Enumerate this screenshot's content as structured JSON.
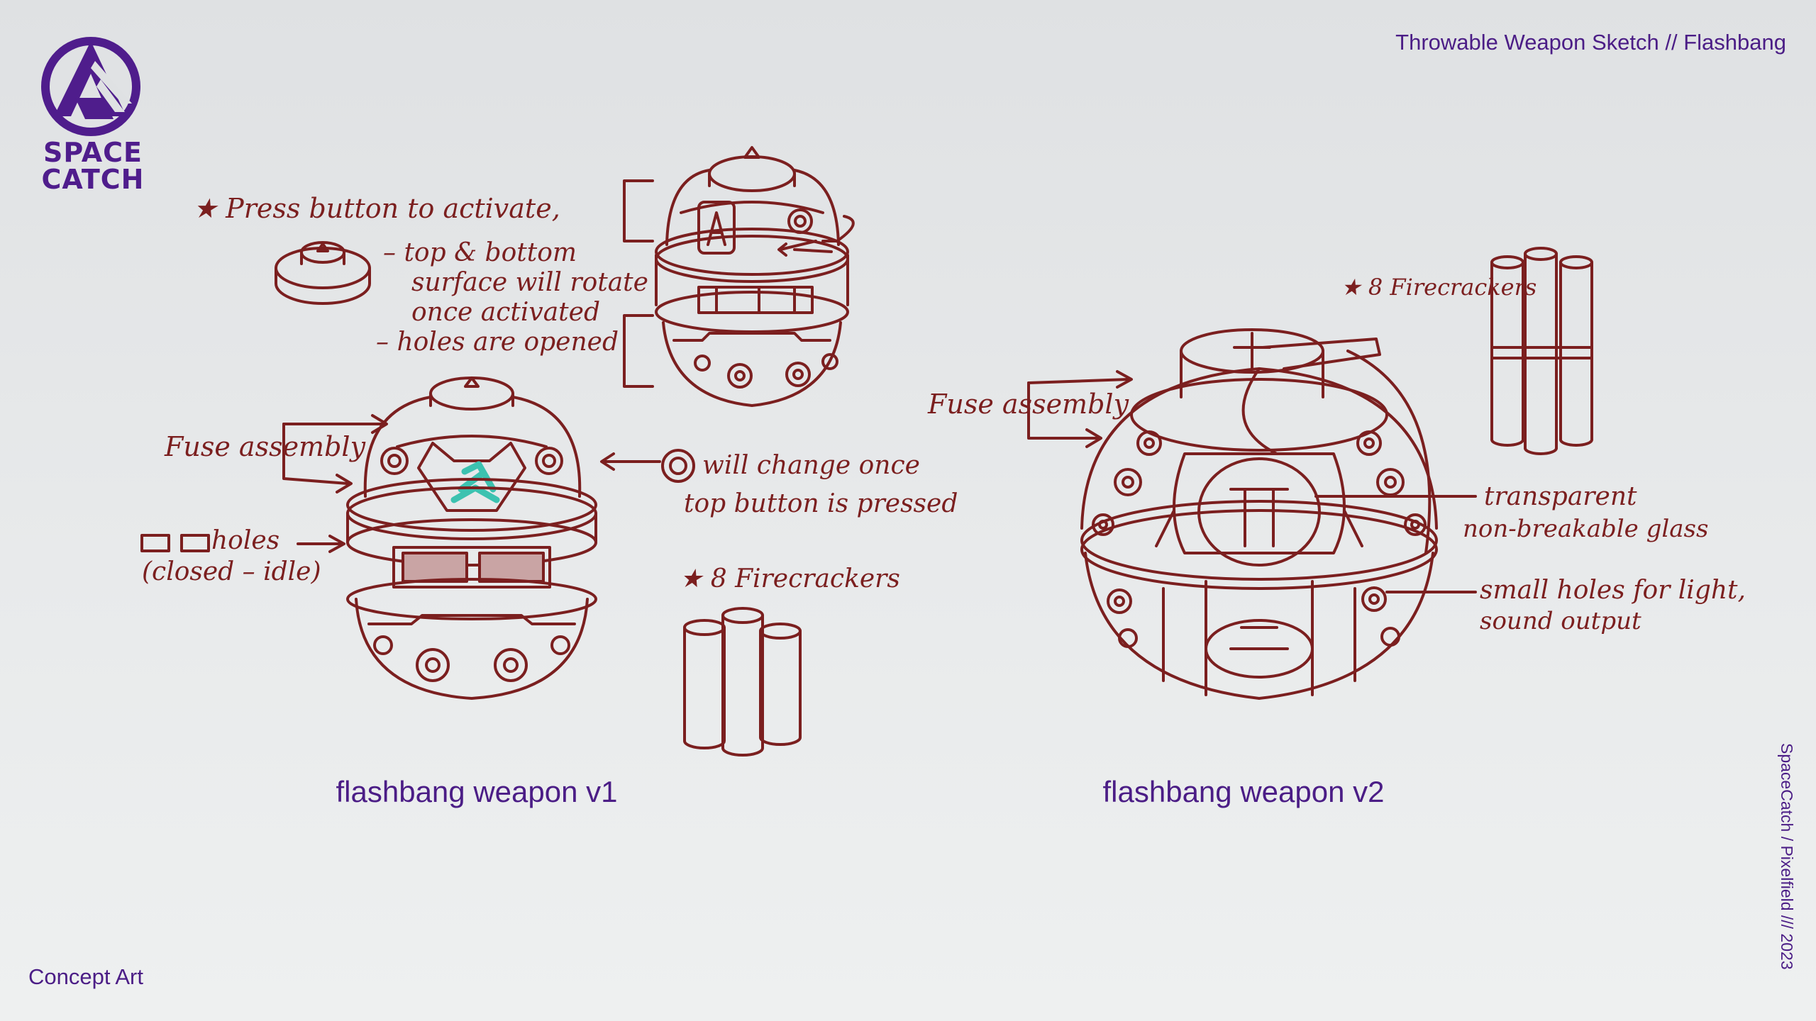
{
  "brand": {
    "line1": "SPACE",
    "line2": "CATCH",
    "color": "#4f1d8c"
  },
  "header": {
    "title": "Throwable Weapon Sketch // Flashbang"
  },
  "footer": {
    "category": "Concept Art",
    "credit": "SpaceCatch / Pixelfield /// 2023"
  },
  "captions": {
    "v1": "flashbang weapon v1",
    "v2": "flashbang weapon v2"
  },
  "annotations": {
    "press": "★ Press button to activate,",
    "top_bottom": "– top & bottom",
    "surface": "surface will rotate",
    "once": "once activated",
    "holes_opened": "– holes are opened",
    "fuse_v1": "Fuse assembly",
    "holes": "holes",
    "closed_idle": "(closed – idle)",
    "will_change": "will change once",
    "top_button": "top button is pressed",
    "firecrackers_v1": "★ 8 Firecrackers",
    "firecrackers_v2": "★ 8 Firecrackers",
    "fuse_v2": "Fuse assembly",
    "transparent": "transparent",
    "glass": "non-breakable glass",
    "small_holes": "small holes for light,",
    "sound": "sound output"
  },
  "colors": {
    "sketch": "#7b1f1f",
    "accent_text": "#4b1d86",
    "emblem": "#3cc2b0",
    "background": "#e4e6e8"
  }
}
